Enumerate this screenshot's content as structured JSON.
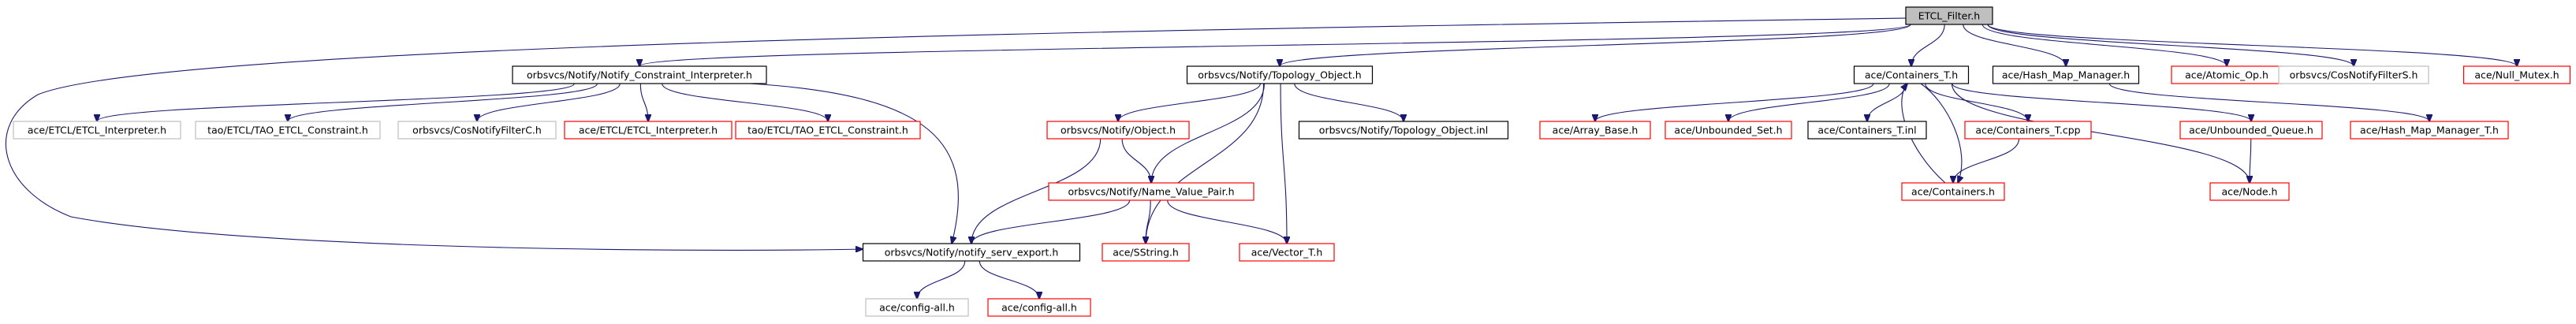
{
  "colors": {
    "edge": "#191970",
    "node_fill": "#ffffff",
    "root_fill": "#bfbfbf",
    "border_documented": "#000000",
    "border_undocumented": "#ff0000",
    "border_external": "#bfbfbf"
  },
  "nodes": [
    {
      "id": "root",
      "label": "ETCL_Filter.h",
      "kind": "root"
    },
    {
      "id": "nci",
      "label": "orbsvcs/Notify/Notify_Constraint_Interpreter.h",
      "kind": "documented"
    },
    {
      "id": "topo",
      "label": "orbsvcs/Notify/Topology_Object.h",
      "kind": "documented"
    },
    {
      "id": "cont_t",
      "label": "ace/Containers_T.h",
      "kind": "documented"
    },
    {
      "id": "hashmap",
      "label": "ace/Hash_Map_Manager.h",
      "kind": "documented"
    },
    {
      "id": "atomic",
      "label": "ace/Atomic_Op.h",
      "kind": "undocumented"
    },
    {
      "id": "cnfs",
      "label": "orbsvcs/CosNotifyFilterS.h",
      "kind": "external"
    },
    {
      "id": "nullmutex",
      "label": "ace/Null_Mutex.h",
      "kind": "undocumented"
    },
    {
      "id": "etcl_interp_ext",
      "label": "ace/ETCL/ETCL_Interpreter.h",
      "kind": "external"
    },
    {
      "id": "tao_etcl_ext",
      "label": "tao/ETCL/TAO_ETCL_Constraint.h",
      "kind": "external"
    },
    {
      "id": "cnfc",
      "label": "orbsvcs/CosNotifyFilterC.h",
      "kind": "external"
    },
    {
      "id": "etcl_interp",
      "label": "ace/ETCL/ETCL_Interpreter.h",
      "kind": "undocumented"
    },
    {
      "id": "tao_etcl",
      "label": "tao/ETCL/TAO_ETCL_Constraint.h",
      "kind": "undocumented"
    },
    {
      "id": "object",
      "label": "orbsvcs/Notify/Object.h",
      "kind": "undocumented"
    },
    {
      "id": "topo_inl",
      "label": "orbsvcs/Notify/Topology_Object.inl",
      "kind": "documented"
    },
    {
      "id": "array_base",
      "label": "ace/Array_Base.h",
      "kind": "undocumented"
    },
    {
      "id": "unb_set",
      "label": "ace/Unbounded_Set.h",
      "kind": "undocumented"
    },
    {
      "id": "cont_tinl",
      "label": "ace/Containers_T.inl",
      "kind": "documented"
    },
    {
      "id": "cont_tcpp",
      "label": "ace/Containers_T.cpp",
      "kind": "undocumented"
    },
    {
      "id": "unb_queue",
      "label": "ace/Unbounded_Queue.h",
      "kind": "undocumented"
    },
    {
      "id": "hashmap_t",
      "label": "ace/Hash_Map_Manager_T.h",
      "kind": "undocumented"
    },
    {
      "id": "nvp",
      "label": "orbsvcs/Notify/Name_Value_Pair.h",
      "kind": "undocumented"
    },
    {
      "id": "containers",
      "label": "ace/Containers.h",
      "kind": "undocumented"
    },
    {
      "id": "node",
      "label": "ace/Node.h",
      "kind": "undocumented"
    },
    {
      "id": "export",
      "label": "orbsvcs/Notify/notify_serv_export.h",
      "kind": "documented"
    },
    {
      "id": "sstring",
      "label": "ace/SString.h",
      "kind": "undocumented"
    },
    {
      "id": "vector",
      "label": "ace/Vector_T.h",
      "kind": "undocumented"
    },
    {
      "id": "cfg_ext",
      "label": "ace/config-all.h",
      "kind": "external"
    },
    {
      "id": "cfg",
      "label": "ace/config-all.h",
      "kind": "undocumented"
    }
  ],
  "edges": [
    [
      "root",
      "nci"
    ],
    [
      "root",
      "topo"
    ],
    [
      "root",
      "cont_t"
    ],
    [
      "root",
      "hashmap"
    ],
    [
      "root",
      "atomic"
    ],
    [
      "root",
      "cnfs"
    ],
    [
      "root",
      "nullmutex"
    ],
    [
      "root",
      "export"
    ],
    [
      "nci",
      "etcl_interp_ext"
    ],
    [
      "nci",
      "tao_etcl_ext"
    ],
    [
      "nci",
      "cnfc"
    ],
    [
      "nci",
      "etcl_interp"
    ],
    [
      "nci",
      "tao_etcl"
    ],
    [
      "nci",
      "export"
    ],
    [
      "topo",
      "object"
    ],
    [
      "topo",
      "topo_inl"
    ],
    [
      "topo",
      "nvp"
    ],
    [
      "topo",
      "sstring"
    ],
    [
      "topo",
      "vector"
    ],
    [
      "object",
      "nvp"
    ],
    [
      "object",
      "export"
    ],
    [
      "nvp",
      "export"
    ],
    [
      "nvp",
      "sstring"
    ],
    [
      "nvp",
      "vector"
    ],
    [
      "cont_t",
      "array_base"
    ],
    [
      "cont_t",
      "unb_set"
    ],
    [
      "cont_t",
      "cont_tinl"
    ],
    [
      "cont_t",
      "cont_tcpp"
    ],
    [
      "cont_t",
      "unb_queue"
    ],
    [
      "cont_t",
      "containers"
    ],
    [
      "cont_t",
      "node"
    ],
    [
      "containers",
      "cont_t"
    ],
    [
      "cont_tcpp",
      "containers"
    ],
    [
      "unb_queue",
      "node"
    ],
    [
      "hashmap",
      "hashmap_t"
    ],
    [
      "export",
      "cfg_ext"
    ],
    [
      "export",
      "cfg"
    ]
  ]
}
